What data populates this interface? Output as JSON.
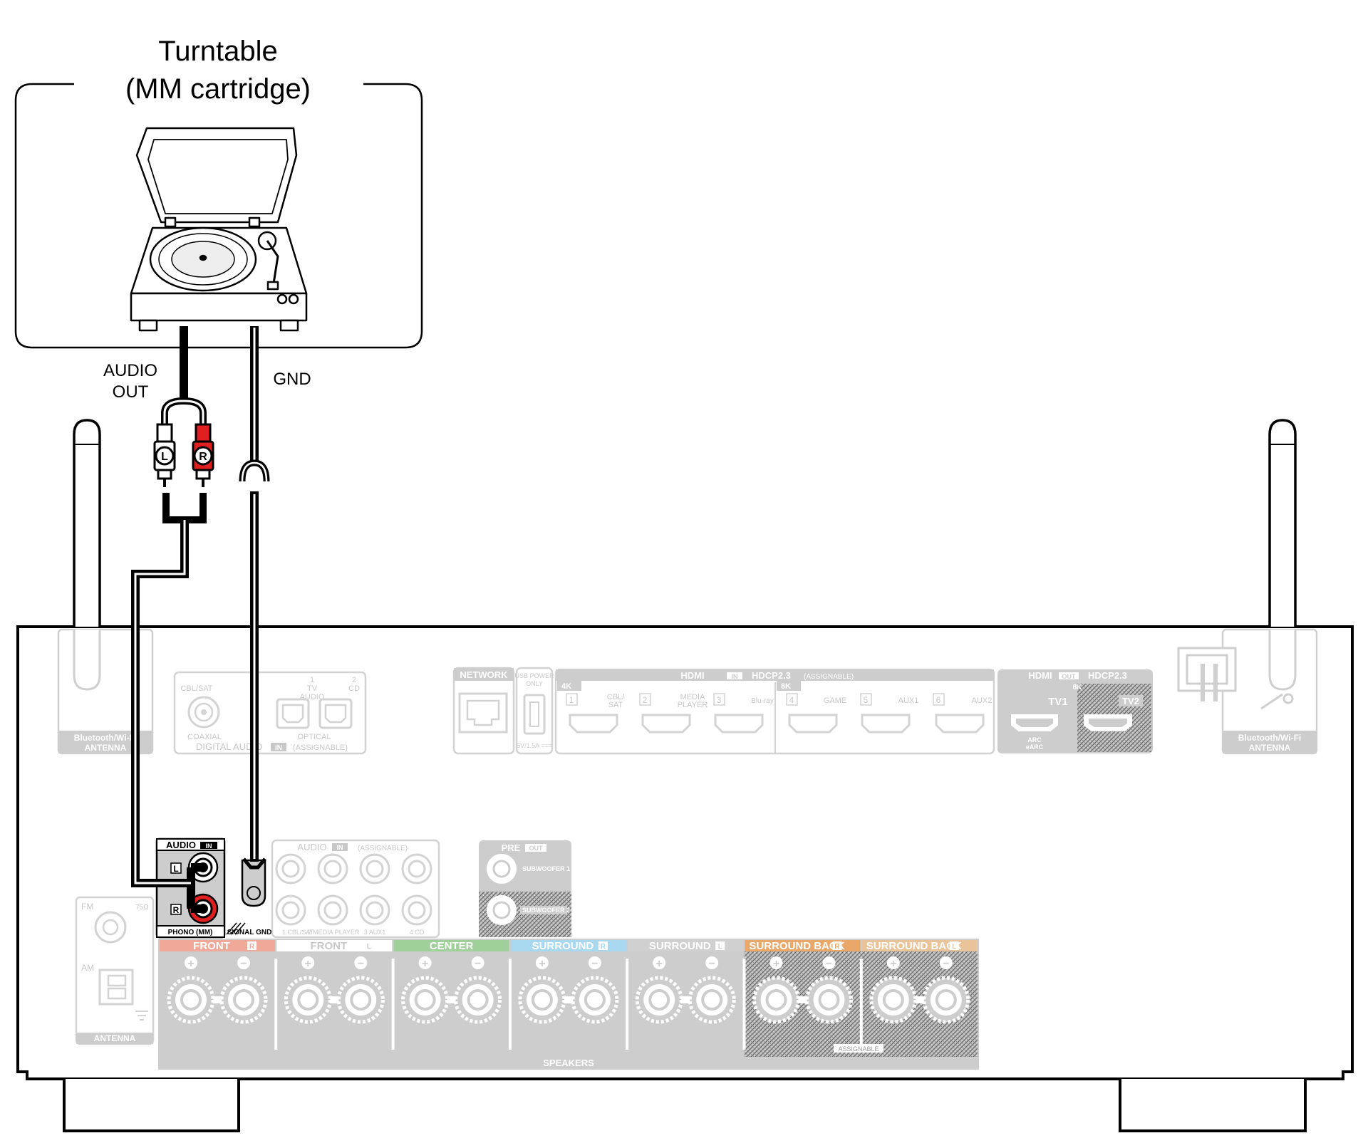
{
  "turntable": {
    "title_line1": "Turntable",
    "title_line2": "(MM cartridge)"
  },
  "cable_labels": {
    "audio_out_line1": "AUDIO",
    "audio_out_line2": "OUT",
    "gnd": "GND"
  },
  "plug_labels": {
    "left": "L",
    "right": "R"
  },
  "receiver": {
    "bt_antenna_left": {
      "line1": "Bluetooth/Wi-Fi",
      "line2": "ANTENNA"
    },
    "bt_antenna_right": {
      "line1": "Bluetooth/Wi-Fi",
      "line2": "ANTENNA"
    },
    "digital_audio": {
      "cblsat": "CBL/SAT",
      "coaxial": "COAXIAL",
      "tv_num": "1",
      "tv_line1": "TV",
      "tv_line2": "AUDIO",
      "cd_num": "2",
      "cd": "CD",
      "optical": "OPTICAL",
      "footer_left": "DIGITAL AUDIO",
      "footer_in": "IN",
      "footer_assign": "(ASSIGNABLE)"
    },
    "network": "NETWORK",
    "usb": {
      "line1": "USB POWER",
      "line2": "ONLY",
      "rating": "5V/1.5A ==="
    },
    "hdmi_in": {
      "header": "HDMI",
      "header_in": "IN",
      "header_hdcp": "HDCP2.3",
      "header_assign": "(ASSIGNABLE)",
      "badge_4k": "4K",
      "badge_8k": "8K",
      "inputs": [
        {
          "num": "1",
          "line1": "CBL/",
          "line2": "SAT"
        },
        {
          "num": "2",
          "line1": "MEDIA",
          "line2": "PLAYER"
        },
        {
          "num": "3",
          "line1": "Blu-ray",
          "line2": ""
        },
        {
          "num": "4",
          "line1": "GAME",
          "line2": ""
        },
        {
          "num": "5",
          "line1": "AUX1",
          "line2": ""
        },
        {
          "num": "6",
          "line1": "AUX2",
          "line2": ""
        }
      ]
    },
    "hdmi_out": {
      "header": "HDMI",
      "header_out": "OUT",
      "header_hdcp": "HDCP2.3",
      "badge_8k": "8K",
      "tv1": "TV1",
      "tv2": "TV2",
      "arc": "ARC",
      "earc": "eARC"
    },
    "phono": {
      "header": "AUDIO",
      "header_in": "IN",
      "footer": "PHONO (MM)",
      "l": "L",
      "r": "R"
    },
    "signal_gnd": "SIGNAL GND",
    "audio_in": {
      "header": "AUDIO",
      "header_in": "IN",
      "header_assign": "(ASSIGNABLE)",
      "labels": [
        "1 CBL/SAT",
        "2 MEDIA PLAYER",
        "3 AUX1",
        "4 CD"
      ]
    },
    "pre_out": {
      "header": "PRE",
      "header_out": "OUT",
      "sub1": "SUBWOOFER 1",
      "sub2": "SUBWOOFER 2"
    },
    "antenna": {
      "fm": "FM",
      "ohm": "75Ω",
      "am": "AM",
      "footer": "ANTENNA"
    },
    "speakers": {
      "groups": [
        {
          "name": "FRONT",
          "side": "R",
          "color": "#f0a898"
        },
        {
          "name": "FRONT",
          "side": "L",
          "color": "#ffffff"
        },
        {
          "name": "CENTER",
          "side": "",
          "color": "#9fd09a"
        },
        {
          "name": "SURROUND",
          "side": "R",
          "color": "#a8d8f0"
        },
        {
          "name": "SURROUND",
          "side": "L",
          "color": "#d0d0d0"
        },
        {
          "name": "SURROUND BACK",
          "side": "R",
          "color": "#e9a86a"
        },
        {
          "name": "SURROUND BACK",
          "side": "L",
          "color": "#e9c49a"
        }
      ],
      "plus": "+",
      "minus": "−",
      "assignable": "ASSIGNABLE",
      "footer": "SPEAKERS"
    }
  }
}
